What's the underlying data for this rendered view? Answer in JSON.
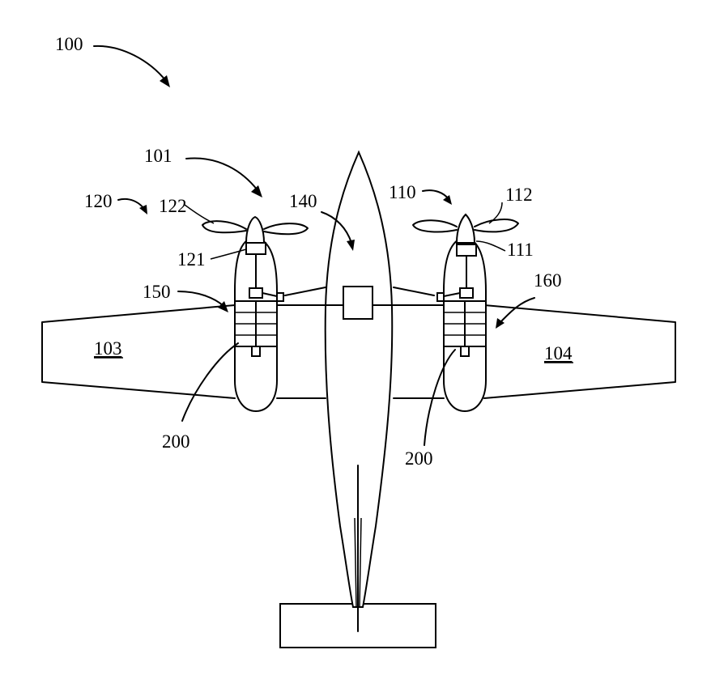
{
  "labels": {
    "system": "100",
    "aircraft": "101",
    "left_wing": "103",
    "right_wing": "104",
    "right_engine": "110",
    "right_motor": "111",
    "right_propeller": "112",
    "left_engine": "120",
    "left_motor": "121",
    "left_propeller": "122",
    "fuselage_unit": "140",
    "left_battery_system": "150",
    "right_battery_system": "160",
    "battery_module_left": "200",
    "battery_module_right": "200"
  }
}
